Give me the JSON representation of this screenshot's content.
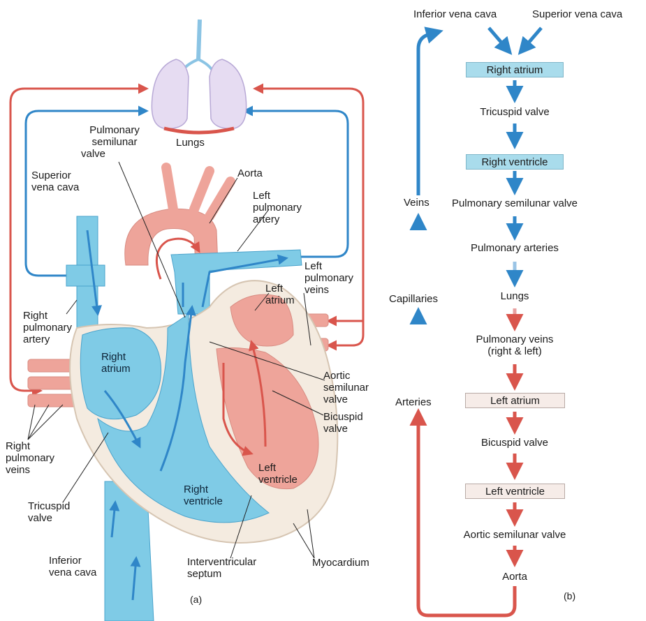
{
  "panel_a": {
    "caption": "(a)",
    "labels": {
      "lungs": "Lungs",
      "pulmonary_semilunar_valve": [
        "Pulmonary",
        "semilunar",
        "valve"
      ],
      "superior_vena_cava": [
        "Superior",
        "vena cava"
      ],
      "aorta": "Aorta",
      "left_pulmonary_artery": [
        "Left",
        "pulmonary",
        "artery"
      ],
      "left_pulmonary_veins": [
        "Left",
        "pulmonary",
        "veins"
      ],
      "left_atrium": [
        "Left",
        "atrium"
      ],
      "right_pulmonary_artery": [
        "Right",
        "pulmonary",
        "artery"
      ],
      "right_atrium": [
        "Right",
        "atrium"
      ],
      "aortic_semilunar_valve": [
        "Aortic",
        "semilunar",
        "valve"
      ],
      "bicuspid_valve": [
        "Bicuspid",
        "valve"
      ],
      "right_pulmonary_veins": [
        "Right",
        "pulmonary",
        "veins"
      ],
      "left_ventricle": [
        "Left",
        "ventricle"
      ],
      "tricuspid_valve": [
        "Tricuspid",
        "valve"
      ],
      "right_ventricle": [
        "Right",
        "ventricle"
      ],
      "inferior_vena_cava": [
        "Inferior",
        "vena cava"
      ],
      "interventricular_septum": [
        "Interventricular",
        "septum"
      ],
      "myocardium": "Myocardium"
    }
  },
  "panel_b": {
    "caption": "(b)",
    "top_left": "Inferior vena cava",
    "top_right": "Superior vena cava",
    "steps": [
      "Right atrium",
      "Tricuspid valve",
      "Right ventricle",
      "Pulmonary semilunar valve",
      "Pulmonary arteries",
      "Lungs",
      "Pulmonary veins",
      "(right & left)",
      "Left atrium",
      "Bicuspid valve",
      "Left ventricle",
      "Aortic semilunar valve",
      "Aorta"
    ],
    "side": {
      "veins": "Veins",
      "capillaries": "Capillaries",
      "arteries": "Arteries"
    }
  },
  "colors": {
    "oxygen_poor": "#2f86c8",
    "oxygen_rich": "#d9554c",
    "blue_fill": "#7fcbe6",
    "red_fill": "#eea49a",
    "myocardium": "#f4ebe0"
  }
}
